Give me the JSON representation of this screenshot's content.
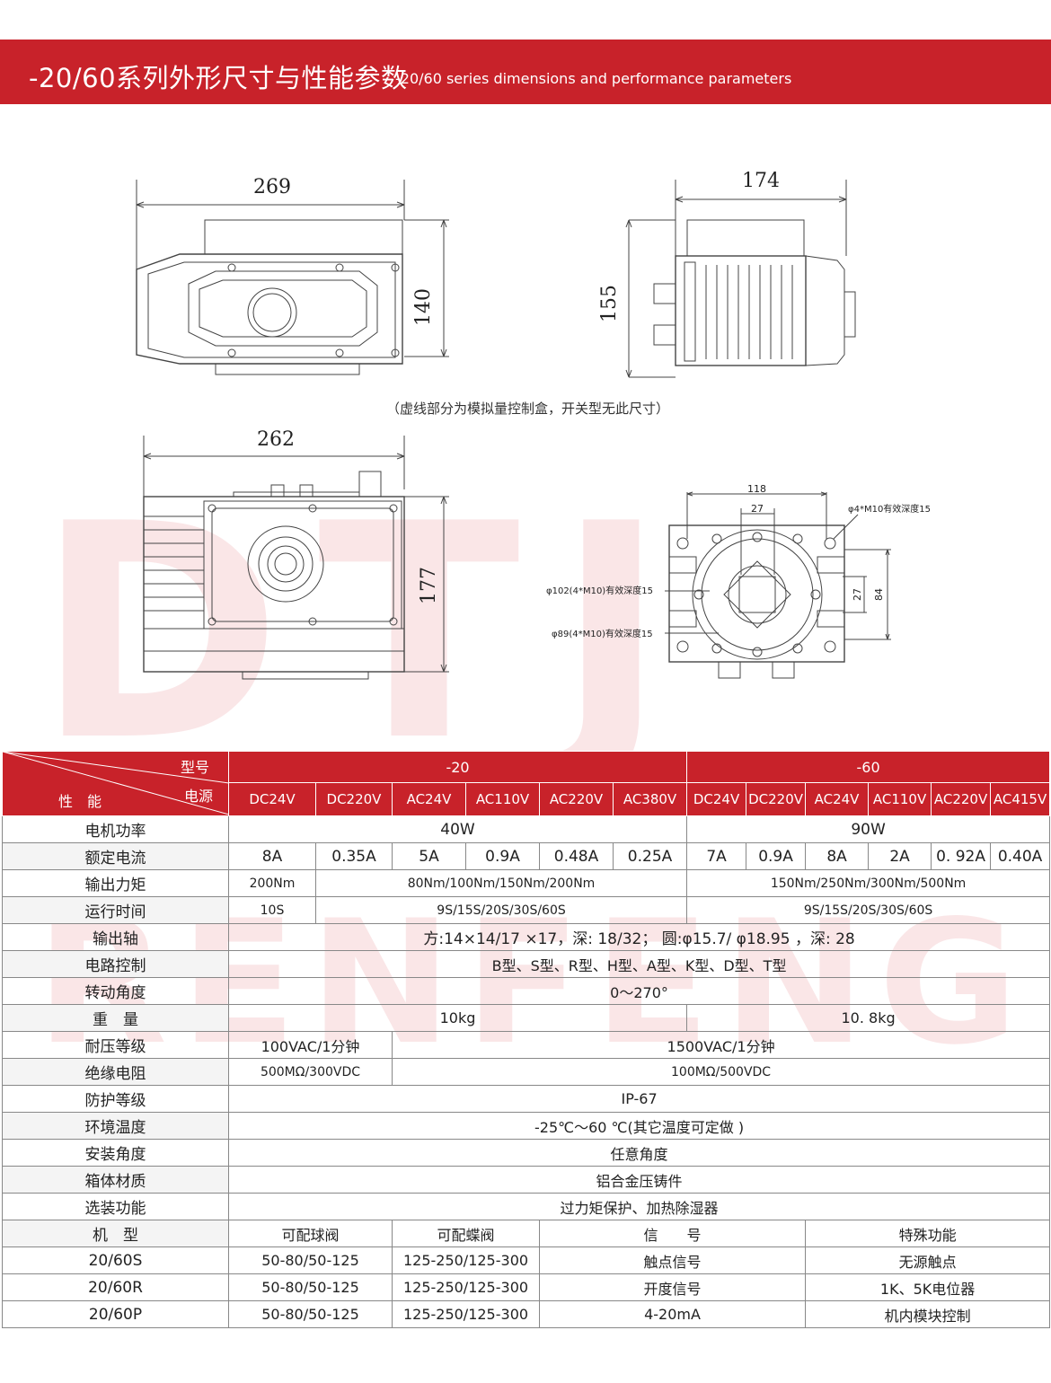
{
  "header": {
    "title_cn": "-20/60系列外形尺寸与性能参数",
    "title_en": "-20/60 series dimensions and performance parameters"
  },
  "watermark": {
    "line1": "DTJ",
    "line2": "RENFENG"
  },
  "drawings": {
    "dim_269": "269",
    "dim_140": "140",
    "dim_174": "174",
    "dim_155": "155",
    "dim_262": "262",
    "dim_177": "177",
    "dim_118": "118",
    "dim_27a": "27",
    "dim_27b": "27",
    "dim_84": "84",
    "label_4m10": "φ4*M10有效深度15",
    "label_102": "φ102(4*M10)有效深度15",
    "label_89": "φ89(4*M10)有效深度15",
    "note": "（虚线部分为模拟量控制盒，开关型无此尺寸）"
  },
  "table": {
    "corner_model": "型号",
    "corner_perf": "性　能",
    "corner_power": "电源",
    "group20": "-20",
    "group60": "-60",
    "power20": [
      "DC24V",
      "DC220V",
      "AC24V",
      "AC110V",
      "AC220V",
      "AC380V"
    ],
    "power60": [
      "DC24V",
      "DC220V",
      "AC24V",
      "AC110V",
      "AC220V",
      "AC415V"
    ],
    "rows": {
      "motor": {
        "label": "电机功率",
        "v20": "40W",
        "v60": "90W"
      },
      "current": {
        "label": "额定电流",
        "v20": [
          "8A",
          "0.35A",
          "5A",
          "0.9A",
          "0.48A",
          "0.25A"
        ],
        "v60": [
          "7A",
          "0.9A",
          "8A",
          "2A",
          "0. 92A",
          "0.40A"
        ]
      },
      "torque": {
        "label": "输出力矩",
        "a": "200Nm",
        "b": "80Nm/100Nm/150Nm/200Nm",
        "c": "150Nm/250Nm/300Nm/500Nm"
      },
      "time": {
        "label": "运行时间",
        "a": "10S",
        "b": "9S/15S/20S/30S/60S",
        "c": "9S/15S/20S/30S/60S"
      },
      "shaft": {
        "label": "输出轴",
        "v": "方:14×14/17 ×17，深: 18/32；   圆:φ15.7/ φ18.95 ，深: 28"
      },
      "circuit": {
        "label": "电路控制",
        "v": "B型、S型、R型、H型、A型、K型、D型、T型"
      },
      "angle": {
        "label": "转动角度",
        "v": "0～270°"
      },
      "weight": {
        "label": "重　量",
        "v20": "10kg",
        "v60": "10. 8kg"
      },
      "voltage": {
        "label": "耐压等级",
        "a": "100VAC/1分钟",
        "b": "1500VAC/1分钟"
      },
      "insul": {
        "label": "绝缘电阻",
        "a": "500MΩ/300VDC",
        "b": "100MΩ/500VDC"
      },
      "protect": {
        "label": "防护等级",
        "v": "IP-67"
      },
      "temp": {
        "label": "环境温度",
        "v": "-25℃～60 ℃(其它温度可定做 )"
      },
      "mount": {
        "label": "安装角度",
        "v": "任意角度"
      },
      "material": {
        "label": "箱体材质",
        "v": "铝合金压铸件"
      },
      "option": {
        "label": "选装功能",
        "v": "过力矩保护、加热除湿器"
      }
    },
    "model_header": [
      "机　型",
      "可配球阀",
      "可配蝶阀",
      "信　　号",
      "特殊功能"
    ],
    "models": [
      [
        "20/60S",
        "50-80/50-125",
        "125-250/125-300",
        "触点信号",
        "无源触点"
      ],
      [
        "20/60R",
        "50-80/50-125",
        "125-250/125-300",
        "开度信号",
        "1K、5K电位器"
      ],
      [
        "20/60P",
        "50-80/50-125",
        "125-250/125-300",
        "4-20mA",
        "机内模块控制"
      ]
    ]
  },
  "colors": {
    "accent": "#c8222a",
    "watermark": "#d61e28"
  }
}
